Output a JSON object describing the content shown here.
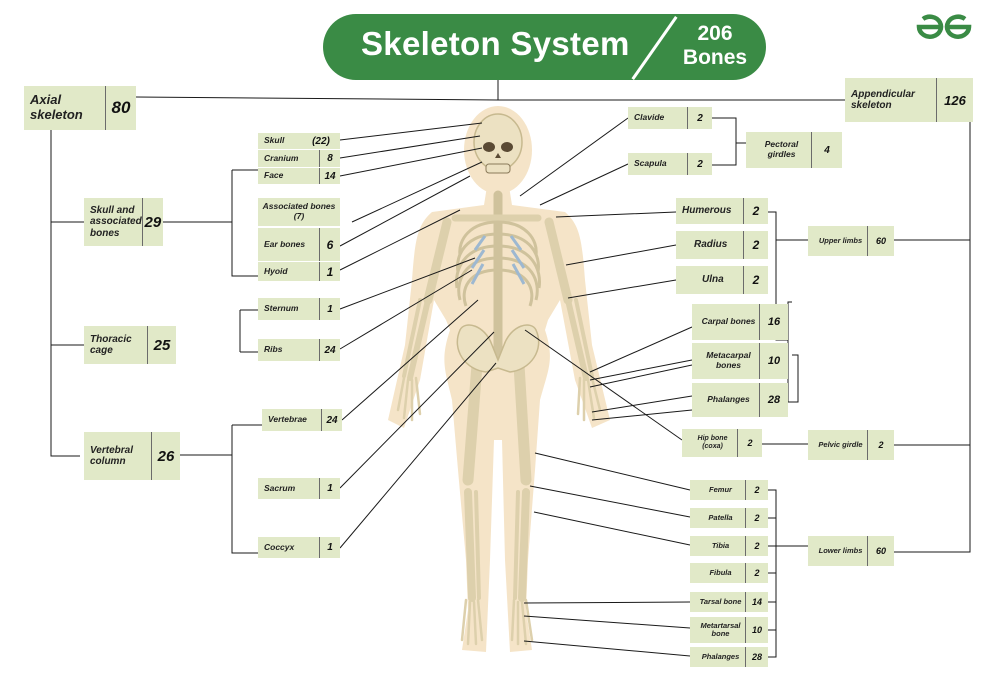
{
  "title": {
    "main": "Skeleton System",
    "count_number": "206",
    "count_unit": "Bones"
  },
  "logo": {
    "icon": "geeksforgeeks-logo-icon",
    "color": "#3a8b45"
  },
  "colors": {
    "header": "#3a8b45",
    "box": "#e1e9c8",
    "lines": "#1a1a1a",
    "bone": "#ece1c2",
    "body_glow": "#f5e4c8"
  },
  "axial": {
    "label": "Axial skeleton",
    "count": "80"
  },
  "appendicular": {
    "label": "Appendicular skeleton",
    "count": "126"
  },
  "skull_assoc": {
    "label": "Skull and associated bones",
    "count": "29"
  },
  "thoracic": {
    "label": "Thoracic cage",
    "count": "25"
  },
  "vertebral": {
    "label": "Vertebral column",
    "count": "26"
  },
  "skull": {
    "label": "Skull",
    "count": "(22)"
  },
  "cranium": {
    "label": "Cranium",
    "count": "8"
  },
  "face": {
    "label": "Face",
    "count": "14"
  },
  "associated": {
    "label": "Associated bones (7)"
  },
  "ear": {
    "label": "Ear bones",
    "count": "6"
  },
  "hyoid": {
    "label": "Hyoid",
    "count": "1"
  },
  "sternum": {
    "label": "Sternum",
    "count": "1"
  },
  "ribs": {
    "label": "Ribs",
    "count": "24"
  },
  "vertebrae": {
    "label": "Vertebrae",
    "count": "24"
  },
  "sacrum": {
    "label": "Sacrum",
    "count": "1"
  },
  "coccyx": {
    "label": "Coccyx",
    "count": "1"
  },
  "clavicle": {
    "label": "Clavide",
    "count": "2"
  },
  "scapula": {
    "label": "Scapula",
    "count": "2"
  },
  "pectoral": {
    "label": "Pectoral girdles",
    "count": "4"
  },
  "humerus": {
    "label": "Humerous",
    "count": "2"
  },
  "radius": {
    "label": "Radius",
    "count": "2"
  },
  "ulna": {
    "label": "Ulna",
    "count": "2"
  },
  "carpal": {
    "label": "Carpal bones",
    "count": "16"
  },
  "metacarpal": {
    "label": "Metacarpal bones",
    "count": "10"
  },
  "phalanges_hand": {
    "label": "Phalanges",
    "count": "28"
  },
  "upper_limbs": {
    "label": "Upper limbs",
    "count": "60"
  },
  "hip": {
    "label": "Hip bone (coxa)",
    "count": "2"
  },
  "pelvic": {
    "label": "Pelvic girdle",
    "count": "2"
  },
  "femur": {
    "label": "Femur",
    "count": "2"
  },
  "patella": {
    "label": "Patella",
    "count": "2"
  },
  "tibia": {
    "label": "Tibia",
    "count": "2"
  },
  "fibula": {
    "label": "Fibula",
    "count": "2"
  },
  "tarsal": {
    "label": "Tarsal bone",
    "count": "14"
  },
  "metatarsal": {
    "label": "Metartarsal bone",
    "count": "10"
  },
  "phalanges_foot": {
    "label": "Phalanges",
    "count": "28"
  },
  "lower_limbs": {
    "label": "Lower limbs",
    "count": "60"
  }
}
